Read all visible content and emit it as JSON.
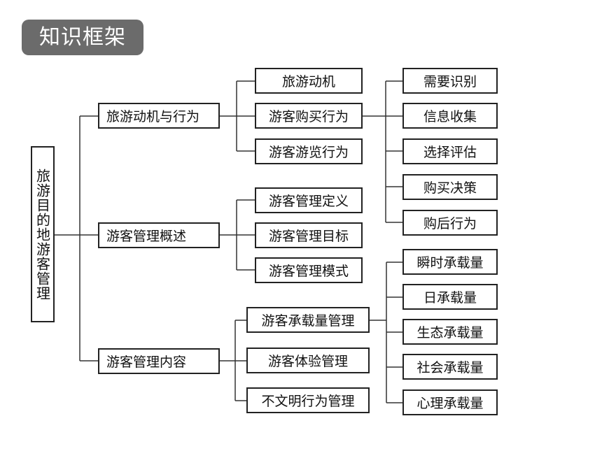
{
  "title": "知识框架",
  "root": "旅游目的地游客管理",
  "level1": [
    "旅游动机与行为",
    "游客管理概述",
    "游客管理内容"
  ],
  "motivation_children": [
    "旅游动机",
    "游客购买行为",
    "游客游览行为"
  ],
  "purchase_steps": [
    "需要识别",
    "信息收集",
    "选择评估",
    "购买决策",
    "购后行为"
  ],
  "overview_children": [
    "游客管理定义",
    "游客管理目标",
    "游客管理模式"
  ],
  "content_children": [
    "游客承载量管理",
    "游客体验管理",
    "不文明行为管理"
  ],
  "capacity_types": [
    "瞬时承载量",
    "日承载量",
    "生态承载量",
    "社会承载量",
    "心理承载量"
  ]
}
